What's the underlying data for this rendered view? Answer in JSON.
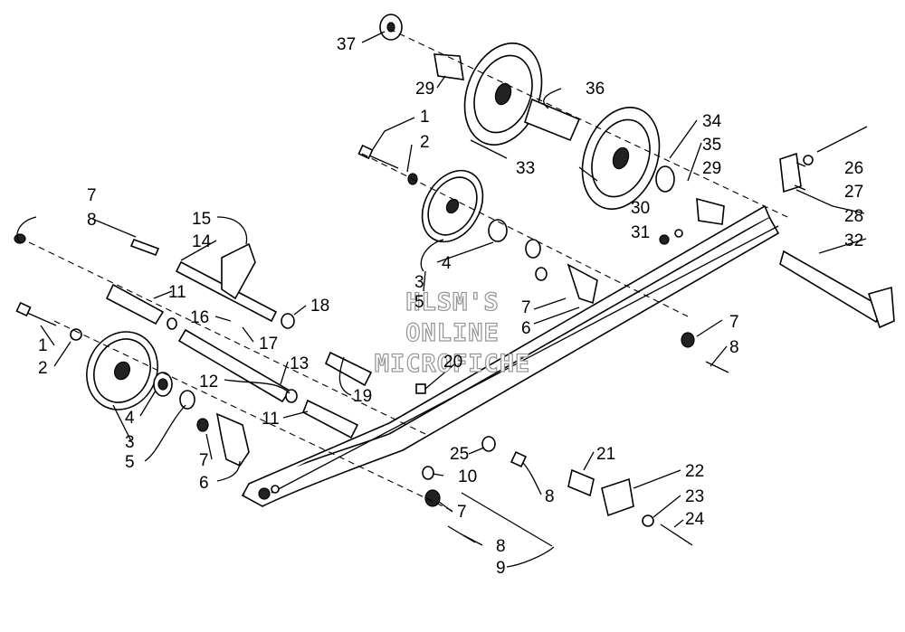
{
  "watermark": {
    "line1": "HLSM'S",
    "line2": "ONLINE",
    "line3": "MICROFICHE"
  },
  "callouts": [
    {
      "id": "c37",
      "label": "37"
    },
    {
      "id": "c29a",
      "label": "29"
    },
    {
      "id": "c36",
      "label": "36"
    },
    {
      "id": "c1a",
      "label": "1"
    },
    {
      "id": "c2a",
      "label": "2"
    },
    {
      "id": "c34",
      "label": "34"
    },
    {
      "id": "c35",
      "label": "35"
    },
    {
      "id": "c33",
      "label": "33"
    },
    {
      "id": "c29b",
      "label": "29"
    },
    {
      "id": "c26",
      "label": "26"
    },
    {
      "id": "c27",
      "label": "27"
    },
    {
      "id": "c30",
      "label": "30"
    },
    {
      "id": "c31",
      "label": "31"
    },
    {
      "id": "c28",
      "label": "28"
    },
    {
      "id": "c32",
      "label": "32"
    },
    {
      "id": "c7a",
      "label": "7"
    },
    {
      "id": "c8a",
      "label": "8"
    },
    {
      "id": "c15",
      "label": "15"
    },
    {
      "id": "c14",
      "label": "14"
    },
    {
      "id": "c4a",
      "label": "4"
    },
    {
      "id": "c3a",
      "label": "3"
    },
    {
      "id": "c5a",
      "label": "5"
    },
    {
      "id": "c7b",
      "label": "7"
    },
    {
      "id": "c6a",
      "label": "6"
    },
    {
      "id": "c11a",
      "label": "11"
    },
    {
      "id": "c18",
      "label": "18"
    },
    {
      "id": "c16",
      "label": "16"
    },
    {
      "id": "c17",
      "label": "17"
    },
    {
      "id": "c7c",
      "label": "7"
    },
    {
      "id": "c8b",
      "label": "8"
    },
    {
      "id": "c1b",
      "label": "1"
    },
    {
      "id": "c2b",
      "label": "2"
    },
    {
      "id": "c13",
      "label": "13"
    },
    {
      "id": "c20",
      "label": "20"
    },
    {
      "id": "c12",
      "label": "12"
    },
    {
      "id": "c19",
      "label": "19"
    },
    {
      "id": "c11b",
      "label": "11"
    },
    {
      "id": "c4b",
      "label": "4"
    },
    {
      "id": "c3b",
      "label": "3"
    },
    {
      "id": "c5b",
      "label": "5"
    },
    {
      "id": "c21",
      "label": "21"
    },
    {
      "id": "c25",
      "label": "25"
    },
    {
      "id": "c7d",
      "label": "7"
    },
    {
      "id": "c6b",
      "label": "6"
    },
    {
      "id": "c10",
      "label": "10"
    },
    {
      "id": "c22",
      "label": "22"
    },
    {
      "id": "c8c",
      "label": "8"
    },
    {
      "id": "c23",
      "label": "23"
    },
    {
      "id": "c7e",
      "label": "7"
    },
    {
      "id": "c24",
      "label": "24"
    },
    {
      "id": "c8d",
      "label": "8"
    },
    {
      "id": "c9",
      "label": "9"
    }
  ]
}
